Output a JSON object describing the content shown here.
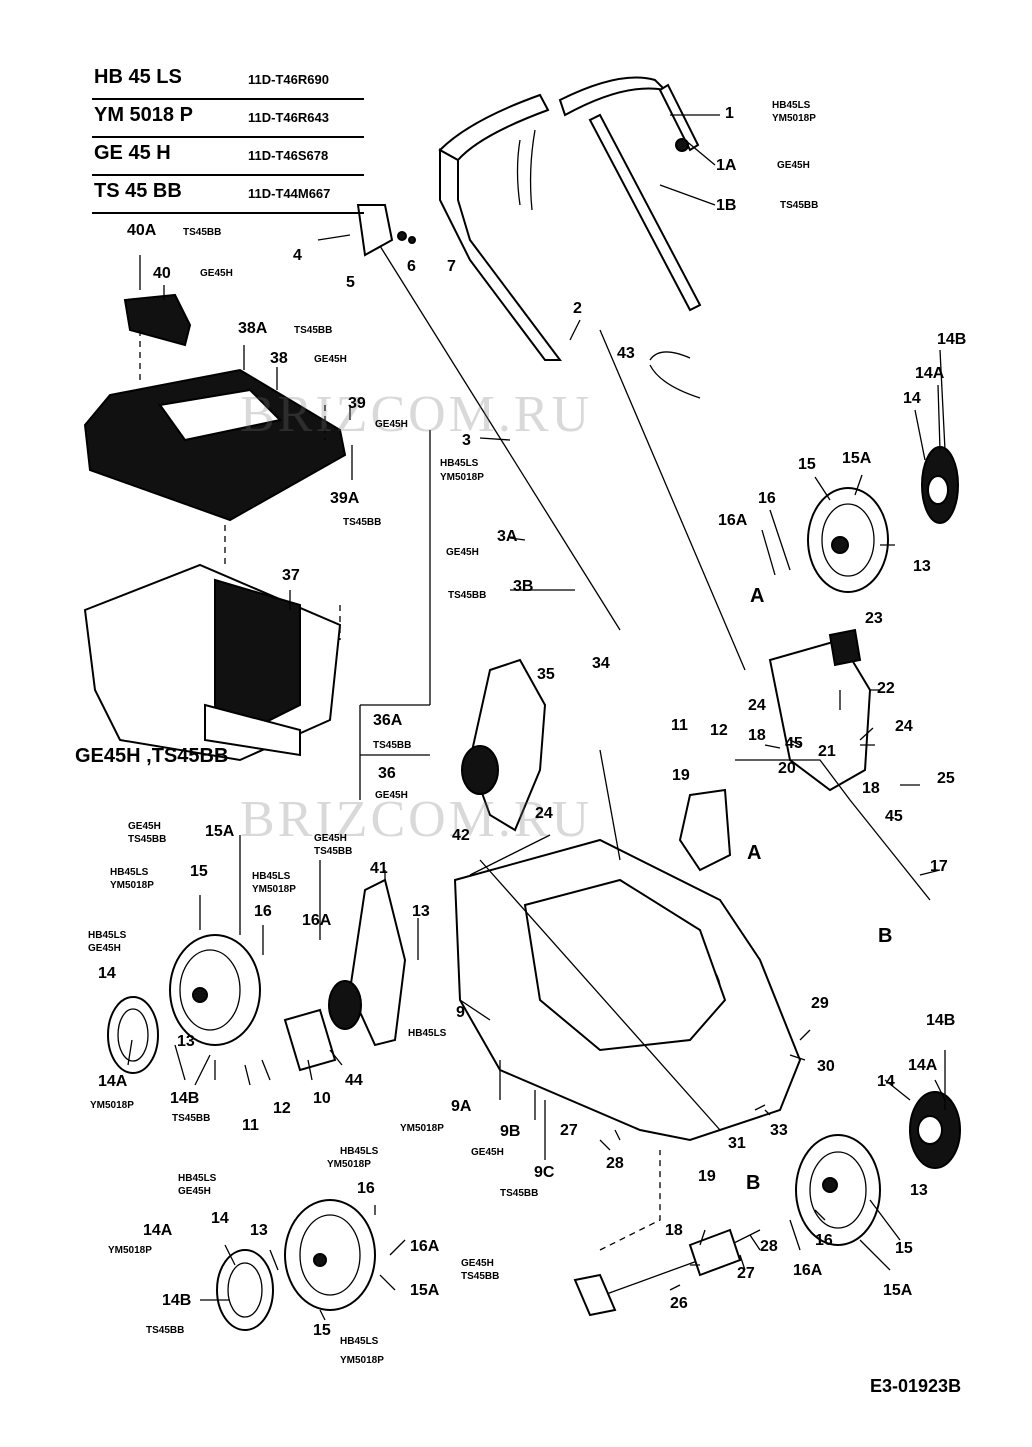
{
  "models": [
    {
      "model": "HB 45 LS",
      "code": "11D-T46R690"
    },
    {
      "model": "YM 5018 P",
      "code": "11D-T46R643"
    },
    {
      "model": "GE 45 H",
      "code": "11D-T46S678"
    },
    {
      "model": "TS 45 BB",
      "code": "11D-T44M667"
    }
  ],
  "callouts": {
    "c1": "1",
    "c1A": "1A",
    "c1B": "1B",
    "c2": "2",
    "c3": "3",
    "c3A": "3A",
    "c3B": "3B",
    "c4": "4",
    "c5": "5",
    "c6": "6",
    "c7": "7",
    "c9": "9",
    "c9A": "9A",
    "c9B": "9B",
    "c9C": "9C",
    "c10": "10",
    "c11a": "11",
    "c11b": "11",
    "c12a": "12",
    "c12b": "12",
    "c13a": "13",
    "c13b": "13",
    "c13c": "13",
    "c13d": "13",
    "c13e": "13",
    "c14a": "14",
    "c14b": "14",
    "c14c": "14",
    "c14d": "14",
    "c14Aa": "14A",
    "c14Ab": "14A",
    "c14Ac": "14A",
    "c14Ad": "14A",
    "c14Ba": "14B",
    "c14Bb": "14B",
    "c14Bc": "14B",
    "c14Bd": "14B",
    "c15a": "15",
    "c15b": "15",
    "c15c": "15",
    "c15d": "15",
    "c15Aa": "15A",
    "c15Ab": "15A",
    "c15Ac": "15A",
    "c15Ad": "15A",
    "c16a": "16",
    "c16b": "16",
    "c16c": "16",
    "c16d": "16",
    "c16Aa": "16A",
    "c16Ab": "16A",
    "c16Ac": "16A",
    "c16Ad": "16A",
    "c17": "17",
    "c18a": "18",
    "c18b": "18",
    "c18c": "18",
    "c19a": "19",
    "c19b": "19",
    "c20": "20",
    "c21": "21",
    "c22": "22",
    "c23": "23",
    "c24a": "24",
    "c24b": "24",
    "c24c": "24",
    "c25": "25",
    "c26": "26",
    "c27a": "27",
    "c27b": "27",
    "c28a": "28",
    "c28b": "28",
    "c29": "29",
    "c30": "30",
    "c31": "31",
    "c33": "33",
    "c34": "34",
    "c35": "35",
    "c36": "36",
    "c36A": "36A",
    "c37": "37",
    "c38": "38",
    "c38A": "38A",
    "c39": "39",
    "c39A": "39A",
    "c40": "40",
    "c40A": "40A",
    "c41": "41",
    "c42": "42",
    "c43": "43",
    "c44": "44",
    "c45a": "45",
    "c45b": "45",
    "refA1": "A",
    "refA2": "A",
    "refB1": "B",
    "refB2": "B"
  },
  "tags": {
    "t1": "HB45LS",
    "t1b": "YM5018P",
    "t1A": "GE45H",
    "t1B": "TS45BB",
    "t3": "HB45LS",
    "t3b": "YM5018P",
    "t3A": "GE45H",
    "t3B": "TS45BB",
    "t40A": "TS45BB",
    "t40": "GE45H",
    "t38A": "TS45BB",
    "t38": "GE45H",
    "t39": "GE45H",
    "t39A": "TS45BB",
    "t36A": "TS45BB",
    "t36": "GE45H",
    "tw1": "GE45H",
    "tw1b": "TS45BB",
    "tw2": "HB45LS",
    "tw2b": "YM5018P",
    "tw3": "HB45LS",
    "tw3b": "GE45H",
    "tw4": "YM5018P",
    "tw5": "TS45BB",
    "t16A": "GE45H",
    "t16Ab": "TS45BB",
    "t16": "HB45LS",
    "t16b": "YM5018P",
    "t9": "HB45LS",
    "t9A": "YM5018P",
    "t9B": "GE45H",
    "t9C": "TS45BB",
    "tb1": "HB45LS",
    "tb1b": "YM5018P",
    "tb2": "HB45LS",
    "tb2b": "GE45H",
    "tb3": "YM5018P",
    "tb4": "TS45BB",
    "tb5": "GE45H",
    "tb5b": "TS45BB",
    "tb6": "HB45LS",
    "tb6b": "YM5018P"
  },
  "catcher_label": "GE45H ,TS45BB",
  "watermark": "BRIZCOM.RU",
  "doc_id": "E3-01923B"
}
